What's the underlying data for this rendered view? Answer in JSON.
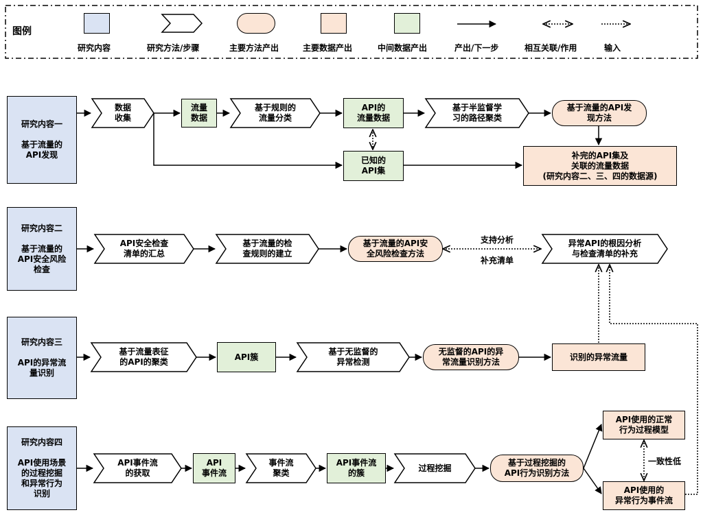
{
  "legend": {
    "title": "图例",
    "items": [
      {
        "shape": "rect-blue",
        "label": "研究内容"
      },
      {
        "shape": "chevron",
        "label": "研究方法/步骤"
      },
      {
        "shape": "oval",
        "label": "主要方法产出"
      },
      {
        "shape": "rect-peach",
        "label": "主要数据产出"
      },
      {
        "shape": "rect-green",
        "label": "中间数据产出"
      },
      {
        "shape": "solid-arrow",
        "label": "产出/下一步"
      },
      {
        "shape": "dotted-double-arrow",
        "label": "相互关联/作用"
      },
      {
        "shape": "dotted-arrow",
        "label": "输入"
      }
    ]
  },
  "colors": {
    "content": "#dae3f3",
    "main_data": "#fbe5d6",
    "intermediate": "#e2f0d9",
    "stroke": "#000000"
  },
  "rows": {
    "r1": {
      "content": "研究内容一\n\n基于流量的\nAPI发现",
      "collect": "数据\n收集",
      "traffic_data": "流量\n数据",
      "rule_classify": "基于规则的\n流量分类",
      "api_traffic": "API的\n流量数据",
      "semi_cluster": "基于半监督学\n习的路径聚类",
      "method": "基于流量的API发\n现方法",
      "known_api": "已知的\nAPI集",
      "output": "补完的API集及\n关联的流量数据\n(研究内容二、三、四的数据源)"
    },
    "r2": {
      "content": "研究内容二\n\n基于流量的\nAPI安全风险\n检查",
      "checklist": "API安全检查\n清单的汇总",
      "rules": "基于流量的检\n查规则的建立",
      "method": "基于流量的API安\n全风险检查方法",
      "support": "支持分析",
      "supplement": "补充清单",
      "root_cause": "异常API的根因分析\n与检查清单的补充"
    },
    "r3": {
      "content": "研究内容三\n\nAPI的异常流\n量识别",
      "cluster": "基于流量表征\n的API的聚类",
      "api_cluster": "API簇",
      "unsup_detect": "基于无监督的\n异常检测",
      "method": "无监督的API的异\n常流量识别方法",
      "output": "识别的异常流量"
    },
    "r4": {
      "content": "研究内容四\n\nAPI使用场景\n的过程挖掘\n和异常行为\n识别",
      "event_get": "API事件流\n的获取",
      "event_stream": "API\n事件流",
      "event_cluster": "事件流\n聚类",
      "event_cluster_result": "API事件流\n的簇",
      "process_mining": "过程挖掘",
      "method": "基于过程挖掘的\nAPI行为识别方法",
      "normal_model": "API使用的正常\n行为过程模型",
      "consistency": "一致性低",
      "abnormal_stream": "API使用的\n异常行为事件流"
    }
  }
}
